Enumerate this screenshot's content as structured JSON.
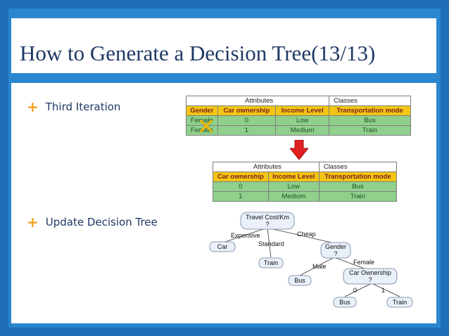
{
  "slide": {
    "title": "How to Generate a Decision Tree(13/13)",
    "bullets": [
      "Third Iteration",
      "Update Decision Tree"
    ]
  },
  "table1": {
    "group_attributes": "Attributes",
    "group_classes": "Classes",
    "headers": [
      "Gender",
      "Car ownership",
      "Income Level",
      "Transportation mode"
    ],
    "rows": [
      [
        "Female",
        "0",
        "Low",
        "Bus"
      ],
      [
        "Female",
        "1",
        "Medium",
        "Train"
      ]
    ]
  },
  "table2": {
    "group_attributes": "Attributes",
    "group_classes": "Classes",
    "headers": [
      "Car ownership",
      "Income Level",
      "Transportation mode"
    ],
    "rows": [
      [
        "0",
        "Low",
        "Bus"
      ],
      [
        "1",
        "Medium",
        "Train"
      ]
    ]
  },
  "tree": {
    "root": {
      "line1": "Travel Cost/Km",
      "line2": "?"
    },
    "edges": {
      "expensive": "Expensive",
      "standard": "Standard",
      "cheap": "Cheap",
      "male": "Male",
      "female": "Female",
      "zero": "0",
      "one": "1"
    },
    "leaf_car": "Car",
    "leaf_train": "Train",
    "gender": {
      "line1": "Gender",
      "line2": "?"
    },
    "leaf_bus_male": "Bus",
    "car_ownership": {
      "line1": "Car Ownership",
      "line2": "?"
    },
    "leaf_bus_0": "Bus",
    "leaf_train_1": "Train"
  },
  "colors": {
    "title": "#1f3864",
    "accent": "#f0a01e",
    "header": "#f3c514",
    "row": "#8fd08c",
    "arrow": "#e02020"
  }
}
